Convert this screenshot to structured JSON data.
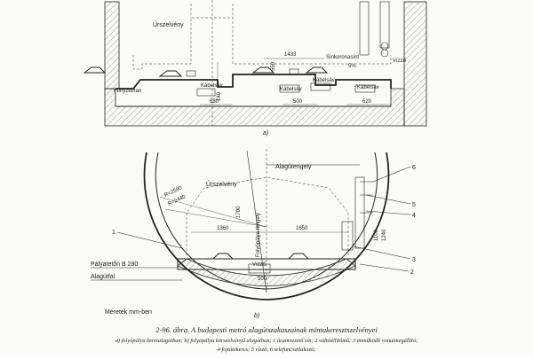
{
  "figure_a": {
    "letter": "a)",
    "labels": {
      "urszelveny": "Űrszelvény",
      "sinkorona": "Sínkoronasínt",
      "vizzo": "Vízző",
      "fenyzet": "Fényzet/tan",
      "kabel_left": "Kábelsáv",
      "kabel_mid": "Kábelsáv",
      "kabel_right": "Kábelsáv",
      "kabel_far": "Kábelsáv",
      "slope": "5%"
    },
    "dims": {
      "d1433": "1433",
      "d680": "680",
      "d500": "500",
      "d620": "620",
      "d550": "550",
      "d140": "140"
    }
  },
  "figure_b": {
    "letter": "b)",
    "labels": {
      "urszelveny": "Űrszelvény",
      "alagutengely": "Alagútengely",
      "palyateton": "Pályatetőn B 280",
      "alagutfal": "Alagútfal",
      "meretek": "Méretek mm-ben",
      "vizzo": "Vízző",
      "r_outer": "R=2590",
      "r_inner": "R=2440",
      "vert_text": "Folyópálya tengely"
    },
    "dims": {
      "d1360": "1360",
      "d1650": "1650",
      "d1700": "1700",
      "d1100": "1100",
      "d1240": "1240",
      "d500": "500"
    },
    "callouts": [
      "1",
      "2",
      "3",
      "4",
      "5",
      "6"
    ]
  },
  "caption": {
    "title": "2-96. ábra. A budapesti metró alagútszakaszainak mintakeresztszelvényei",
    "line1": "a) folyópálya keretalagútban; b) folyópálya körszelvényű alagútban; 1 áramvezető sín; 2 váltóállítómű; 3 önműködő vonatmegállító;",
    "line2": "4 fojtótekercs; 5 vízző; 6 telefoncsatlakozó;"
  }
}
